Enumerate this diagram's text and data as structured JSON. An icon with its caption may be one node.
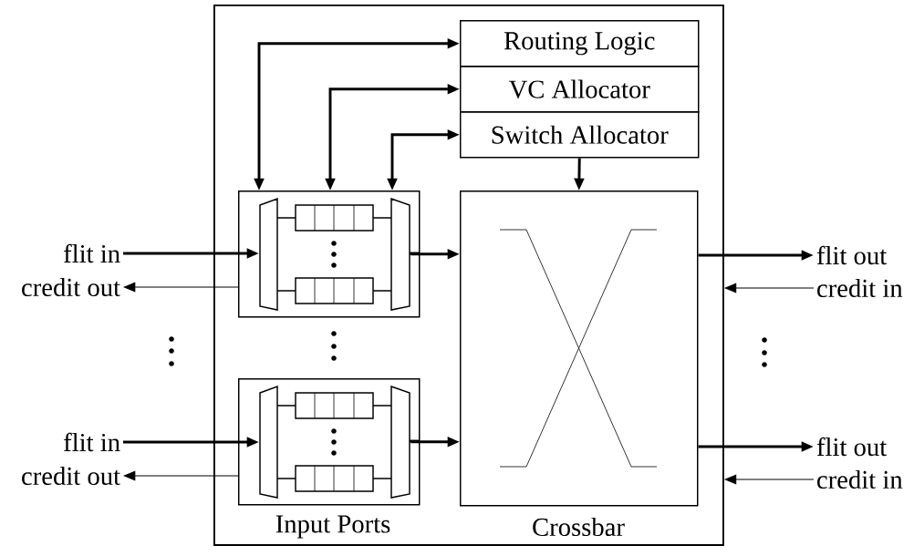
{
  "diagram": {
    "nodes": [
      {
        "text": [],
        "shape": "box"
      },
      {
        "text": [
          "Routing Logic"
        ],
        "in": 0
      },
      {
        "text": [
          "VC Allocator"
        ],
        "in": 0
      },
      {
        "text": [
          "Switch Allocator"
        ],
        "in": 0
      },
      {
        "text": [],
        "shape": "box",
        "in": 0
      },
      {
        "text": [],
        "shape": "box",
        "in": 0
      },
      {
        "text": [
          "Crossbar"
        ],
        "in": 0
      },
      {
        "text": [
          "flit in"
        ]
      },
      {
        "text": [
          "credit out"
        ]
      },
      {
        "text": [
          "flit in"
        ]
      },
      {
        "text": [
          "credit out"
        ]
      },
      {
        "text": [
          "flit out"
        ]
      },
      {
        "text": [
          "credit in"
        ]
      },
      {
        "text": [
          "flit out"
        ]
      },
      {
        "text": [
          "credit in"
        ]
      }
    ],
    "edges": [
      {
        "from": 7,
        "to": 4,
        "arrow": "to"
      },
      {
        "from": 4,
        "to": 8,
        "arrow": "to"
      },
      {
        "from": 9,
        "to": 5,
        "arrow": "to"
      },
      {
        "from": 5,
        "to": 10,
        "arrow": "to"
      },
      {
        "from": 4,
        "to": 6,
        "arrow": "to"
      },
      {
        "from": 5,
        "to": 6,
        "arrow": "to"
      },
      {
        "from": 6,
        "to": 11,
        "arrow": "to"
      },
      {
        "from": 12,
        "to": 0,
        "arrow": "to"
      },
      {
        "from": 6,
        "to": 13,
        "arrow": "to"
      },
      {
        "from": 14,
        "to": 0,
        "arrow": "to"
      },
      {
        "from": 4,
        "to": 1,
        "arrow": "both"
      },
      {
        "from": 4,
        "to": 2,
        "arrow": "both"
      },
      {
        "from": 4,
        "to": 3,
        "arrow": "both"
      },
      {
        "from": 3,
        "to": 6,
        "arrow": "to"
      }
    ],
    "labels": [
      "Input Ports"
    ]
  }
}
